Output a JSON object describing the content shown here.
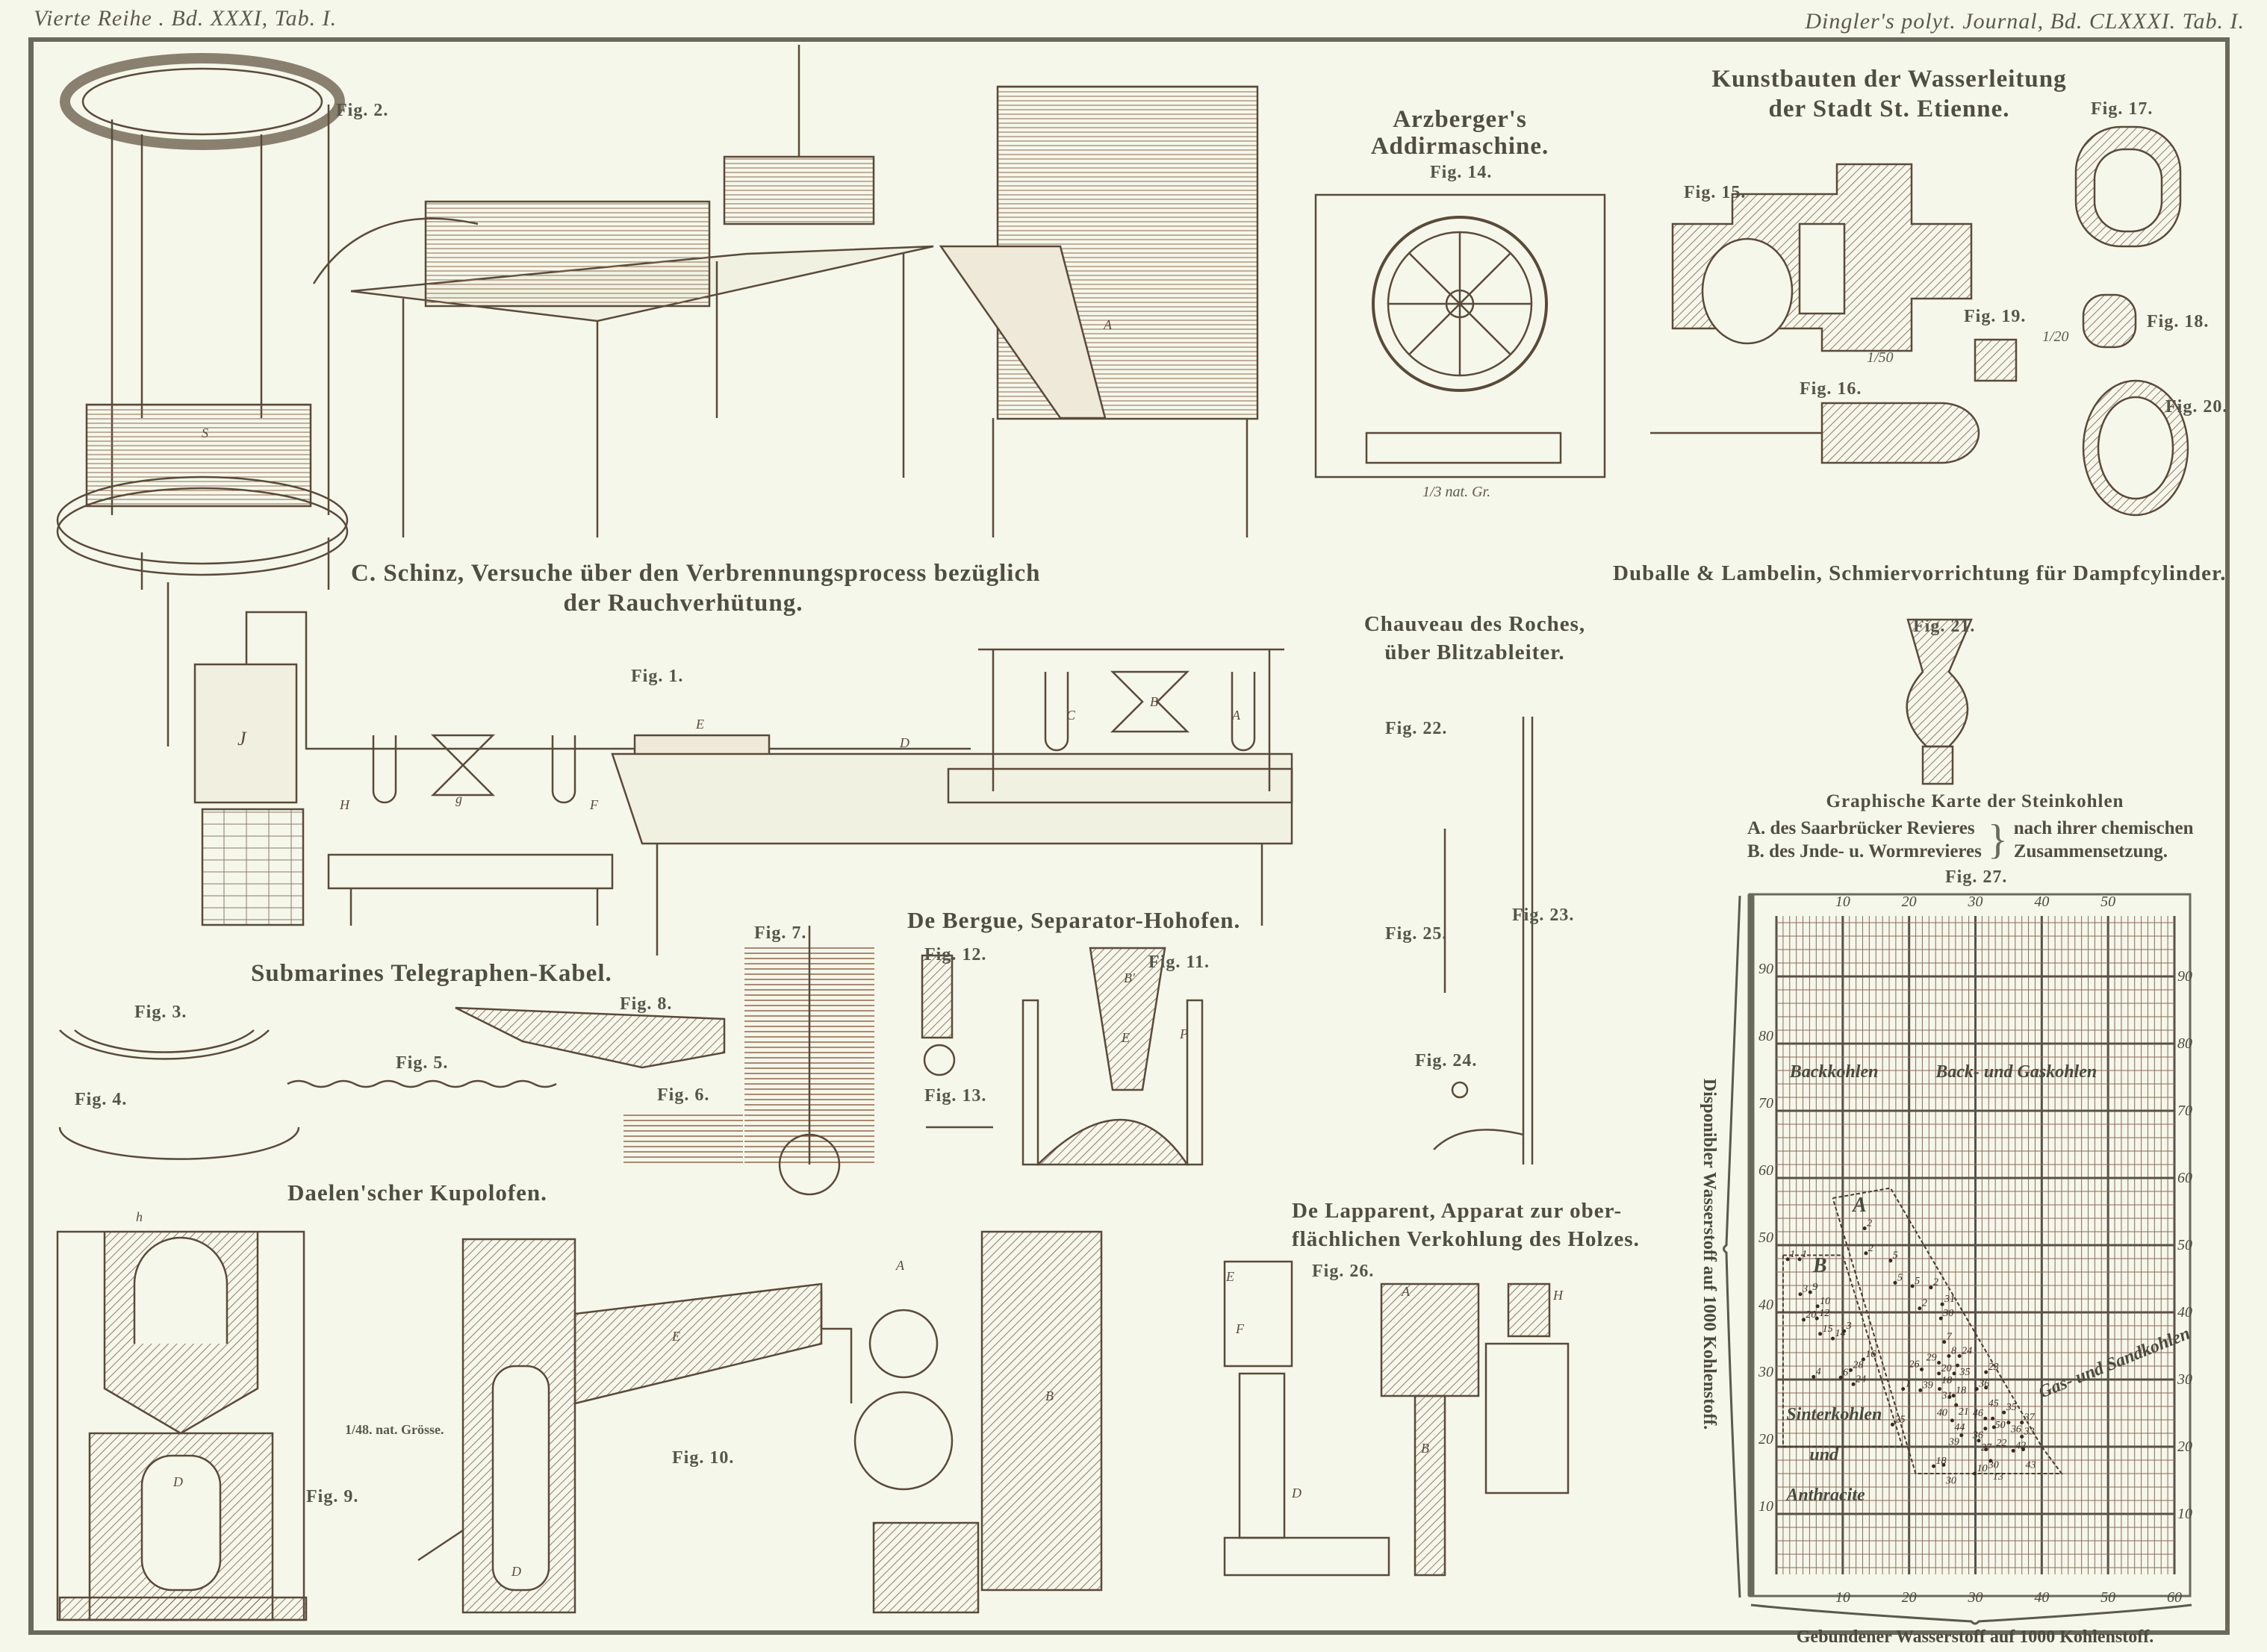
{
  "header": {
    "left": "Vierte Reihe . Bd. XXXI, Tab. I.",
    "right": "Dingler's polyt. Journal, Bd. CLXXXI. Tab. I."
  },
  "sections": {
    "schinz": {
      "line1": "C. Schinz, Versuche über den Verbrennungsprocess bezüglich",
      "line2": "der Rauchverhütung."
    },
    "arzberger": {
      "line1": "Arzberger's",
      "line2": "Addirmaschine.",
      "fig": "Fig. 14.",
      "scale": "1/3 nat. Gr."
    },
    "kunstbauten": {
      "line1": "Kunstbauten der Wasserleitung",
      "line2": "der Stadt St. Etienne.",
      "scale1": "1/50",
      "scale2": "1/20"
    },
    "duballe": {
      "title": "Duballe & Lambelin, Schmiervorrichtung für Dampfcylinder."
    },
    "chauveau": {
      "line1": "Chauveau des Roches,",
      "line2": "über Blitzableiter."
    },
    "submarine": {
      "title": "Submarines Telegraphen-Kabel."
    },
    "debergue": {
      "title": "De Bergue, Separator-Hohofen."
    },
    "daelen": {
      "title": "Daelen'scher Kupolofen.",
      "scale": "1/48. nat. Grösse."
    },
    "lapparent": {
      "line1": "De Lapparent, Apparat zur ober-",
      "line2": "flächlichen Verkohlung des Holzes."
    },
    "karte": {
      "line1": "Graphische Karte der Steinkohlen",
      "lineA": "A. des Saarbrücker Revieres",
      "lineB": "B. des Jnde- u. Wormrevieres",
      "right1": "nach ihrer chemischen",
      "right2": "Zusammensetzung."
    }
  },
  "figures": {
    "f1": "Fig. 1.",
    "f2": "Fig. 2.",
    "f3": "Fig. 3.",
    "f4": "Fig. 4.",
    "f5": "Fig. 5.",
    "f6": "Fig. 6.",
    "f7": "Fig. 7.",
    "f8": "Fig. 8.",
    "f9": "Fig. 9.",
    "f10": "Fig. 10.",
    "f11": "Fig. 11.",
    "f12": "Fig. 12.",
    "f13": "Fig. 13.",
    "f15": "Fig. 15.",
    "f16": "Fig. 16.",
    "f17": "Fig. 17.",
    "f18": "Fig. 18.",
    "f19": "Fig. 19.",
    "f20": "Fig. 20.",
    "f21": "Fig. 21.",
    "f22": "Fig. 22.",
    "f23": "Fig. 23.",
    "f24": "Fig. 24.",
    "f25": "Fig. 25.",
    "f26": "Fig. 26.",
    "f27": "Fig. 27."
  },
  "letters": {
    "J": "J",
    "H": "H",
    "F": "F",
    "g": "g",
    "E1": "E",
    "D1": "D",
    "C1": "C",
    "B1": "B",
    "A1": "A",
    "A2": "A",
    "S": "S",
    "A10": "A",
    "B10": "B",
    "E10": "E",
    "D10": "D",
    "h": "h",
    "D9": "D",
    "A26": "A",
    "B26": "B",
    "D26": "D",
    "E26": "E",
    "F26": "F",
    "H26": "H",
    "E11": "E",
    "B11": "B'",
    "P11": "P"
  },
  "chart_data": {
    "type": "scatter",
    "title": "Fig. 27.",
    "xlabel": "Gebundener Wasserstoff auf 1000 Kohlenstoff.",
    "ylabel": "Disponibler Wasserstoff auf 1000 Kohlenstoff.",
    "xlim": [
      0,
      60
    ],
    "ylim": [
      0,
      100
    ],
    "xticks": [
      10,
      20,
      30,
      40,
      50,
      60
    ],
    "xticks_top": [
      10,
      20,
      30,
      40,
      50
    ],
    "yticks": [
      10,
      20,
      30,
      40,
      50,
      60,
      70,
      80,
      90
    ],
    "grid": true,
    "region_labels": [
      {
        "text": "Backkohlen",
        "x": 2,
        "y": 75
      },
      {
        "text": "Back- und Gaskohlen",
        "x": 24,
        "y": 75
      },
      {
        "text": "Sinterkohlen",
        "x": 1.5,
        "y": 24
      },
      {
        "text": "und",
        "x": 5,
        "y": 18
      },
      {
        "text": "Anthracite",
        "x": 1.5,
        "y": 12
      },
      {
        "text": "Gas- und Sandkohlen",
        "x": 33,
        "y": 27
      }
    ],
    "boundaries": [
      {
        "name": "A",
        "label_at": [
          11.5,
          55
        ],
        "points": [
          [
            8.5,
            57
          ],
          [
            17.2,
            58.5
          ],
          [
            40,
            20
          ],
          [
            43,
            16
          ],
          [
            21,
            16
          ],
          [
            8.5,
            57
          ]
        ]
      },
      {
        "name": "B",
        "label_at": [
          5.5,
          46
        ],
        "points": [
          [
            1,
            48.5
          ],
          [
            10,
            48.5
          ],
          [
            19,
            20
          ],
          [
            1,
            20
          ],
          [
            1,
            48.5
          ]
        ]
      }
    ],
    "points": [
      {
        "label": "2",
        "x": 13.3,
        "y": 52.5
      },
      {
        "label": "2",
        "x": 13.5,
        "y": 48.8
      },
      {
        "label": "5",
        "x": 17.2,
        "y": 47.7
      },
      {
        "label": "1",
        "x": 1.7,
        "y": 47.9
      },
      {
        "label": "1",
        "x": 3.5,
        "y": 47.9
      },
      {
        "label": "3",
        "x": 3.6,
        "y": 42.7
      },
      {
        "label": "9",
        "x": 5.1,
        "y": 43
      },
      {
        "label": "10",
        "x": 6.2,
        "y": 40.9
      },
      {
        "label": "20",
        "x": 4.1,
        "y": 38.9
      },
      {
        "label": "12",
        "x": 6.1,
        "y": 39.1
      },
      {
        "label": "5",
        "x": 17.9,
        "y": 44.4
      },
      {
        "label": "5",
        "x": 20.5,
        "y": 43.9
      },
      {
        "label": "2",
        "x": 23.3,
        "y": 43.7
      },
      {
        "label": "2",
        "x": 21.6,
        "y": 40.6
      },
      {
        "label": "31",
        "x": 25,
        "y": 41.2
      },
      {
        "label": "30",
        "x": 24.8,
        "y": 39.1
      },
      {
        "label": "3",
        "x": 10.2,
        "y": 37.2
      },
      {
        "label": "15",
        "x": 6.6,
        "y": 36.8
      },
      {
        "label": "14",
        "x": 8.5,
        "y": 36.1
      },
      {
        "label": "16",
        "x": 13.1,
        "y": 33
      },
      {
        "label": "28",
        "x": 11.2,
        "y": 31.4
      },
      {
        "label": "4",
        "x": 5.6,
        "y": 30.4
      },
      {
        "label": "6",
        "x": 9.7,
        "y": 30.3
      },
      {
        "label": "24",
        "x": 11.6,
        "y": 29.3
      },
      {
        "label": "7",
        "x": 25.3,
        "y": 35.6
      },
      {
        "label": "24",
        "x": 27.6,
        "y": 33.5
      },
      {
        "label": "8",
        "x": 26,
        "y": 33.5
      },
      {
        "label": "29",
        "x": 24.5,
        "y": 32.5
      },
      {
        "label": "35",
        "x": 27.3,
        "y": 32.1
      },
      {
        "label": "26",
        "x": 21.9,
        "y": 31.5
      },
      {
        "label": "20",
        "x": 24.5,
        "y": 30.9
      },
      {
        "label": "18",
        "x": 26.8,
        "y": 30.9
      },
      {
        "label": "23",
        "x": 31.6,
        "y": 31.1
      },
      {
        "label": "39",
        "x": 21.7,
        "y": 28.4
      },
      {
        "label": "31",
        "x": 24.6,
        "y": 28.6
      },
      {
        "label": "18",
        "x": 26.7,
        "y": 27.6
      },
      {
        "label": "36",
        "x": 30.2,
        "y": 28.6
      },
      {
        "label": "45",
        "x": 31.6,
        "y": 28.8
      },
      {
        "label": "1",
        "x": 19.1,
        "y": 28.6
      },
      {
        "label": "21",
        "x": 27.1,
        "y": 26.2
      },
      {
        "label": "40",
        "x": 26.1,
        "y": 27.4
      },
      {
        "label": "44",
        "x": 26.5,
        "y": 23.9
      },
      {
        "label": "46",
        "x": 31.5,
        "y": 24.2
      },
      {
        "label": "50",
        "x": 32.6,
        "y": 24.2
      },
      {
        "label": "36",
        "x": 31.5,
        "y": 22.7
      },
      {
        "label": "22",
        "x": 32.8,
        "y": 22.9
      },
      {
        "label": "35",
        "x": 34.3,
        "y": 25.1
      },
      {
        "label": "36",
        "x": 35,
        "y": 23.6
      },
      {
        "label": "37",
        "x": 37,
        "y": 23.6
      },
      {
        "label": "33",
        "x": 37,
        "y": 21.5
      },
      {
        "label": "39",
        "x": 27.9,
        "y": 21.7
      },
      {
        "label": "27",
        "x": 30.5,
        "y": 20.9
      },
      {
        "label": "30",
        "x": 31.6,
        "y": 19.6
      },
      {
        "label": "42",
        "x": 35.7,
        "y": 19.4
      },
      {
        "label": "43",
        "x": 37.2,
        "y": 19.6
      },
      {
        "label": "13",
        "x": 32.3,
        "y": 17.9
      },
      {
        "label": "18",
        "x": 23.7,
        "y": 17.1
      },
      {
        "label": "30",
        "x": 25.2,
        "y": 17.3
      },
      {
        "label": "10",
        "x": 29.9,
        "y": 16
      },
      {
        "label": "25",
        "x": 17.5,
        "y": 23.3
      }
    ]
  },
  "colors": {
    "paper": "#f5f7ea",
    "ink": "#5a4a3a",
    "grid_major": "#5a5048",
    "grid_minor": "#8a6a5a"
  }
}
